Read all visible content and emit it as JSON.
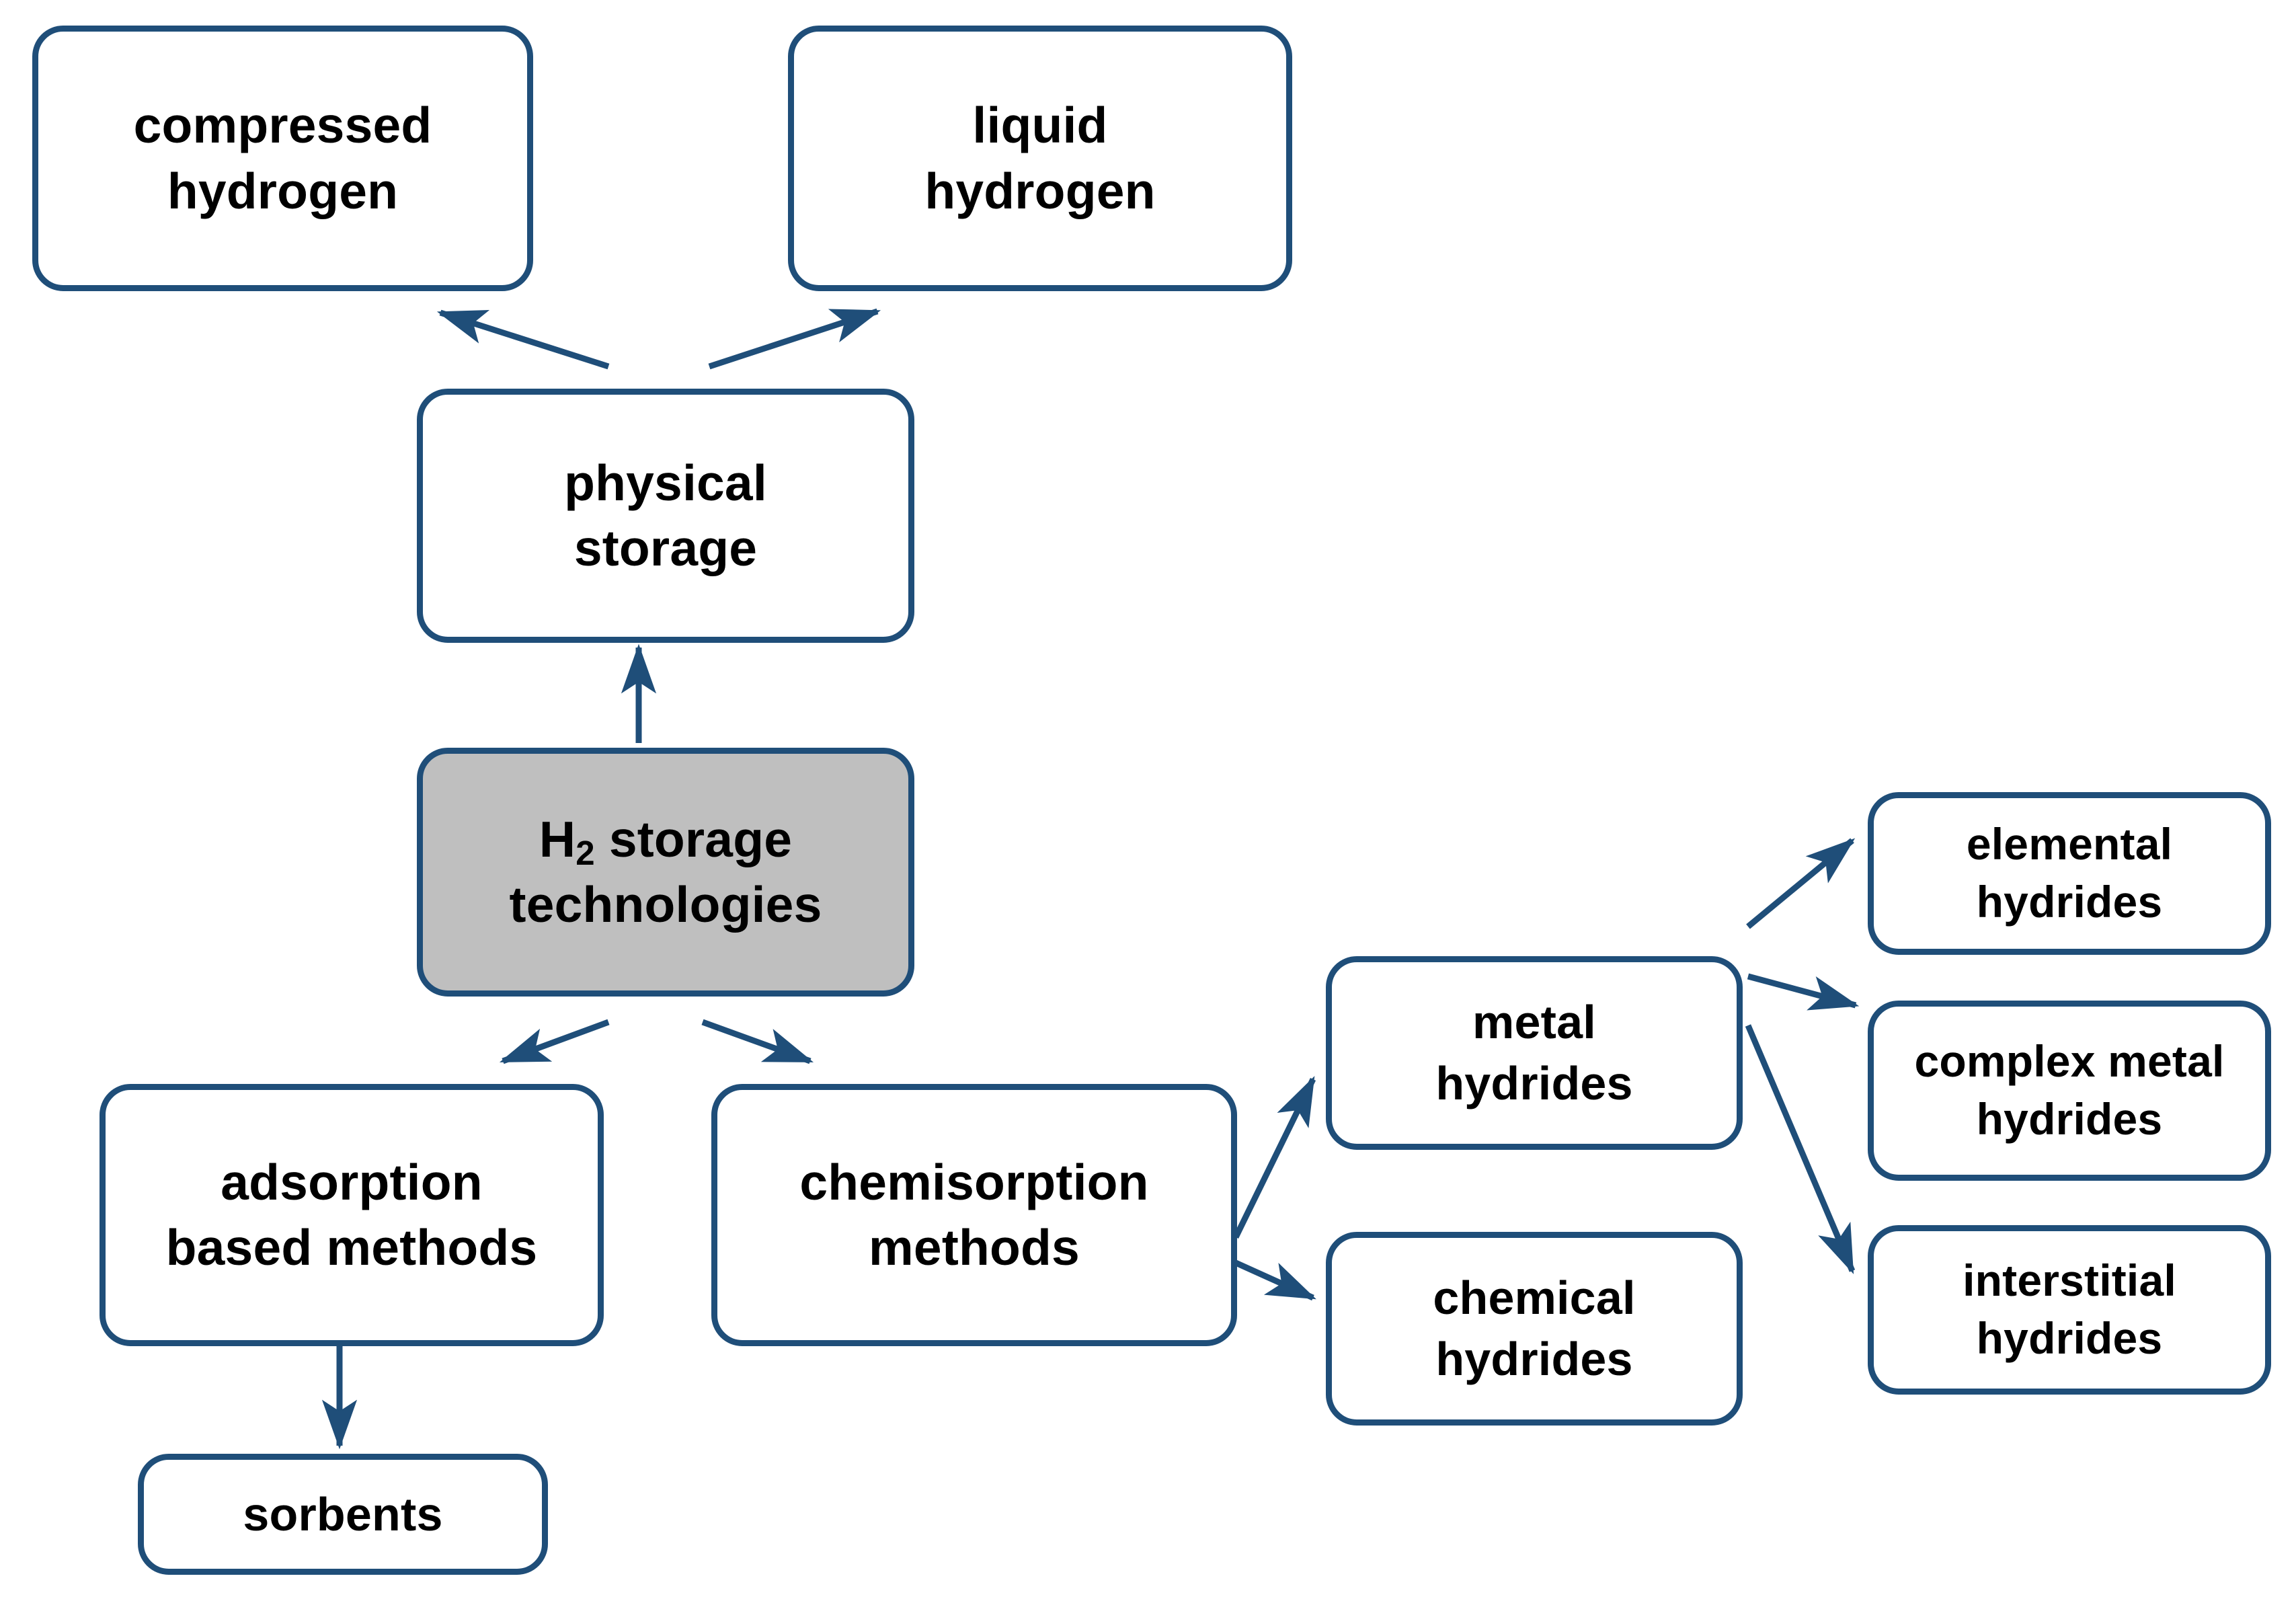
{
  "diagram": {
    "title": "H2 storage technologies classification",
    "colors": {
      "border": "#1F4E79",
      "box_fill": "#FFFFFF",
      "root_fill": "#BFBFBF",
      "arrow": "#1F4E79",
      "text": "#000000",
      "background": "#FFFFFF"
    },
    "nodes": [
      {
        "id": "compressed_hydrogen",
        "label": "compressed\nhydrogen"
      },
      {
        "id": "liquid_hydrogen",
        "label": "liquid\nhydrogen"
      },
      {
        "id": "physical_storage",
        "label": "physical\nstorage"
      },
      {
        "id": "h2_storage_root_line1",
        "label": "H"
      },
      {
        "id": "h2_storage_root_sub",
        "label": "2"
      },
      {
        "id": "h2_storage_root_line1b",
        "label": " storage"
      },
      {
        "id": "h2_storage_root_line2",
        "label": "technologies"
      },
      {
        "id": "adsorption_based",
        "label": "adsorption\nbased methods"
      },
      {
        "id": "chemisorption",
        "label": "chemisorption\nmethods"
      },
      {
        "id": "sorbents",
        "label": "sorbents"
      },
      {
        "id": "metal_hydrides",
        "label": "metal\nhydrides"
      },
      {
        "id": "chemical_hydrides",
        "label": "chemical\nhydrides"
      },
      {
        "id": "elemental_hydrides",
        "label": "elemental\nhydrides"
      },
      {
        "id": "complex_metal_hydrides",
        "label": "complex metal\nhydrides"
      },
      {
        "id": "interstitial_hydrides",
        "label": "interstitial\nhydrides"
      }
    ],
    "edges": [
      {
        "from": "physical_storage",
        "to": "compressed_hydrogen"
      },
      {
        "from": "physical_storage",
        "to": "liquid_hydrogen"
      },
      {
        "from": "h2_storage_root",
        "to": "physical_storage"
      },
      {
        "from": "h2_storage_root",
        "to": "adsorption_based"
      },
      {
        "from": "h2_storage_root",
        "to": "chemisorption"
      },
      {
        "from": "adsorption_based",
        "to": "sorbents"
      },
      {
        "from": "chemisorption",
        "to": "metal_hydrides"
      },
      {
        "from": "chemisorption",
        "to": "chemical_hydrides"
      },
      {
        "from": "metal_hydrides",
        "to": "elemental_hydrides"
      },
      {
        "from": "metal_hydrides",
        "to": "complex_metal_hydrides"
      },
      {
        "from": "metal_hydrides",
        "to": "interstitial_hydrides"
      }
    ]
  }
}
